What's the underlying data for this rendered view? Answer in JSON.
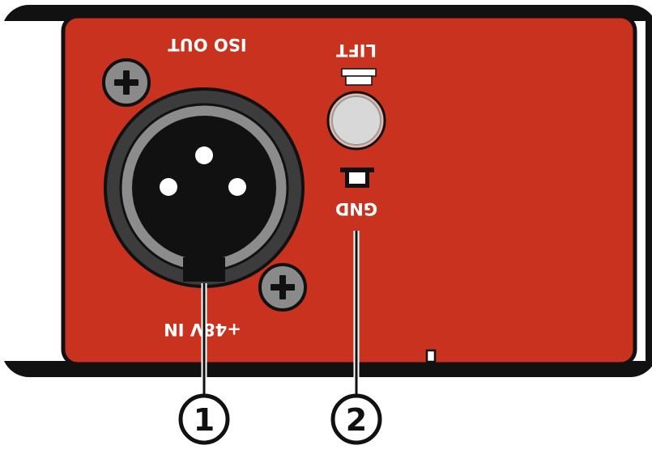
{
  "panel": {
    "color": "#c8321e",
    "chassis_color": "#111111"
  },
  "labels": {
    "iso_out": "ISO OUT",
    "lift": "LIFT",
    "gnd": "GND",
    "phantom_in": "+48V IN"
  },
  "callouts": [
    {
      "number": "1",
      "target": "xlr-connector"
    },
    {
      "number": "2",
      "target": "ground-lift-switch"
    }
  ]
}
